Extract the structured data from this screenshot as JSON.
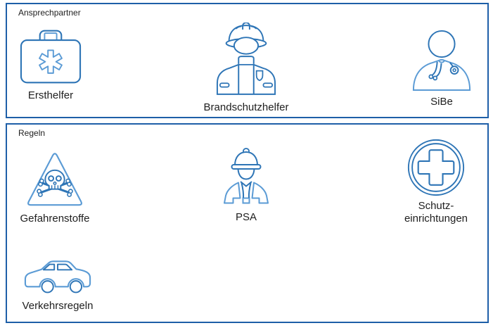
{
  "colors": {
    "panel_border": "#1e5fa8",
    "icon_primary": "#2E75B6",
    "icon_secondary": "#5B9BD5",
    "label_text": "#202020"
  },
  "sections": [
    {
      "label": "Ansprechpartner",
      "items": [
        {
          "label": "Ersthelfer",
          "icon": "first-aid-kit-icon"
        },
        {
          "label": "Brandschutzhelfer",
          "icon": "firefighter-icon"
        },
        {
          "label": "SiBe",
          "icon": "doctor-icon"
        }
      ]
    },
    {
      "label": "Regeln",
      "items": [
        {
          "label": "Gefahrenstoffe",
          "icon": "hazard-skull-triangle-icon"
        },
        {
          "label": "PSA",
          "icon": "construction-worker-icon"
        },
        {
          "label": "Schutz-\neinrichtungen",
          "icon": "protective-cross-icon"
        },
        {
          "label": "Verkehrsregeln",
          "icon": "car-icon"
        }
      ]
    }
  ]
}
